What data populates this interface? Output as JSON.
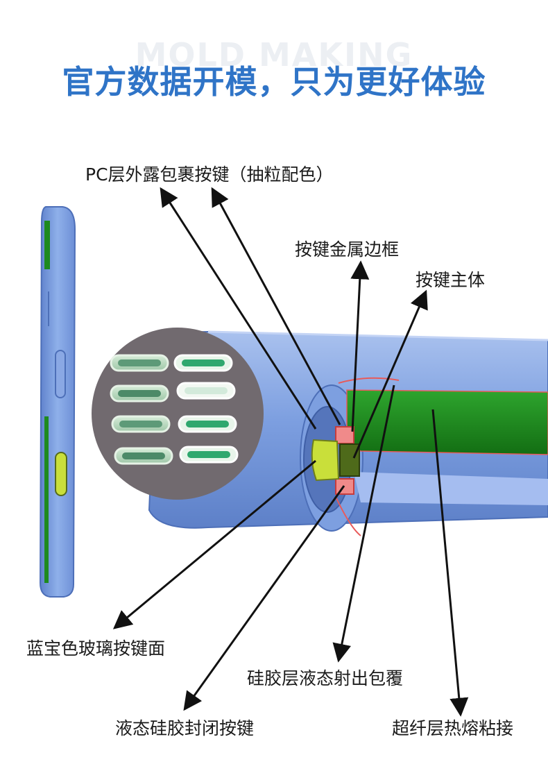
{
  "header": {
    "watermark": "MOLD MAKING",
    "title": "官方数据开模，只为更好体验"
  },
  "callouts": {
    "pc_layer": "PC层外露包裹按键（抽粒配色）",
    "metal_frame": "按键金属边框",
    "key_body": "按键主体",
    "sapphire_face": "蓝宝色玻璃按键面",
    "silicone_overmold": "硅胶层液态射出包覆",
    "liquid_silicone_seal": "液态硅胶封闭按键",
    "microfiber_bond": "超纤层热熔粘接"
  },
  "colors": {
    "title": "#2f74c7",
    "case_blue": "#7a9de0",
    "lining_green": "#1e8a1e",
    "button_yellow": "#c9df3a",
    "frame_red": "#e85a5a",
    "inset_bg": "#716a6f"
  }
}
